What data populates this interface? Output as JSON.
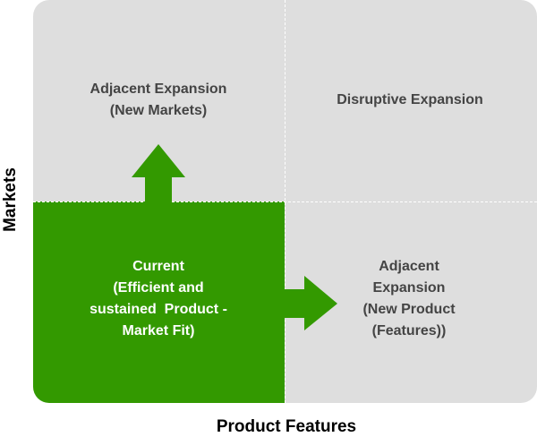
{
  "axes": {
    "y_label": "Markets",
    "x_label": "Product Features"
  },
  "quadrants": {
    "top_left": {
      "lines": [
        "Adjacent Expansion",
        "(New Markets)"
      ]
    },
    "top_right": {
      "lines": [
        "Disruptive Expansion"
      ]
    },
    "bottom_left": {
      "lines": [
        "Current",
        "(Efficient and",
        "sustained  Product -",
        "Market Fit)"
      ]
    },
    "bottom_right": {
      "lines": [
        "Adjacent",
        "Expansion",
        "(New Product",
        "(Features))"
      ]
    }
  },
  "colors": {
    "green": "#339900",
    "gray": "#dedede",
    "text": "#444444"
  }
}
